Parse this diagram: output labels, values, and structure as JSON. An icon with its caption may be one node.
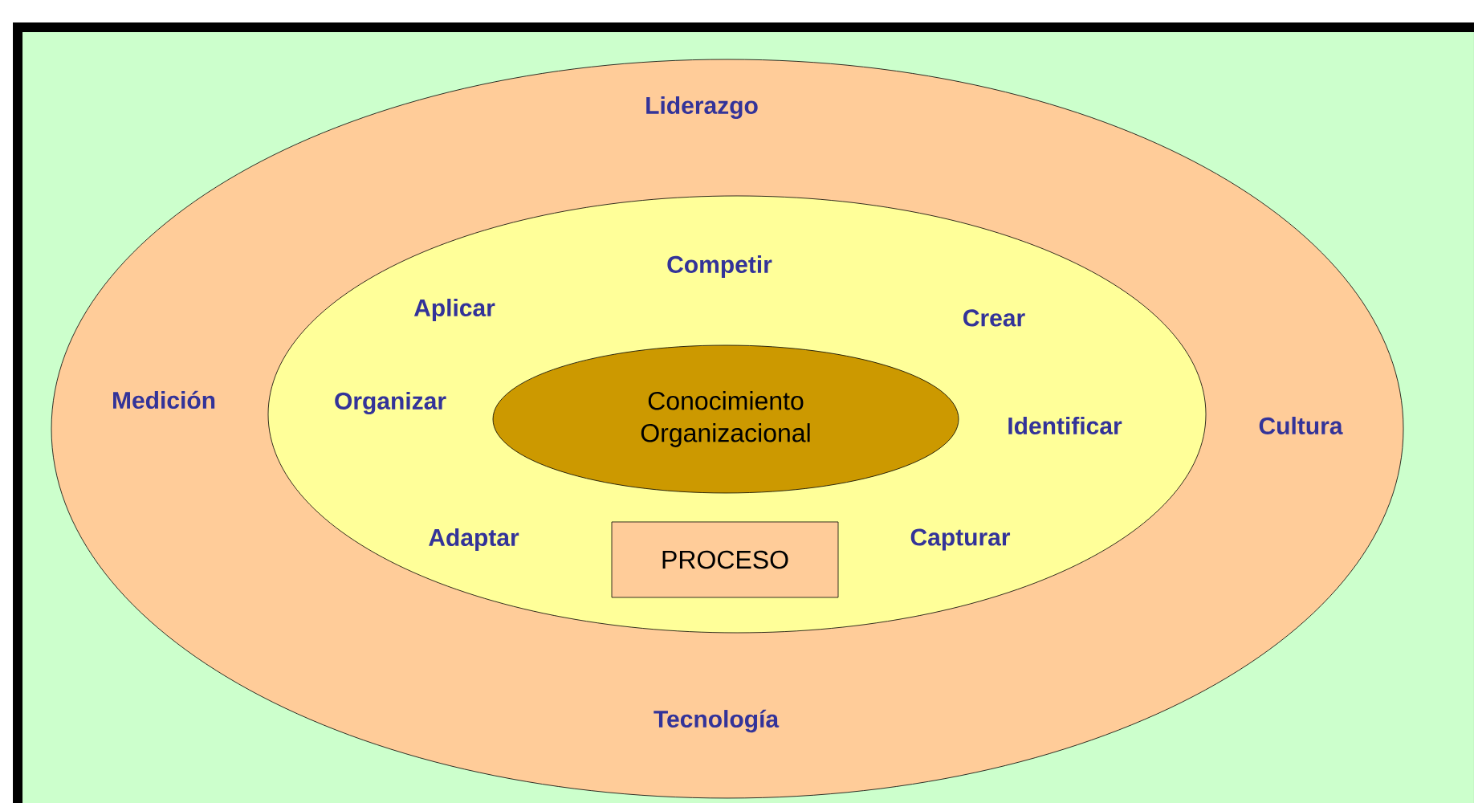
{
  "diagram": {
    "nodes": [
      {
        "text": [
          "Liderazgo",
          "Medición",
          "Cultura",
          "Tecnología"
        ]
      },
      {
        "text": [
          "Competir",
          "Aplicar",
          "Crear",
          "Organizar",
          "Identificar",
          "Adaptar",
          "Capturar"
        ],
        "in": 0
      },
      {
        "text": [
          "Conocimiento Organizacional"
        ],
        "in": 1
      },
      {
        "text": [
          "PROCESO"
        ],
        "in": 1
      }
    ]
  }
}
